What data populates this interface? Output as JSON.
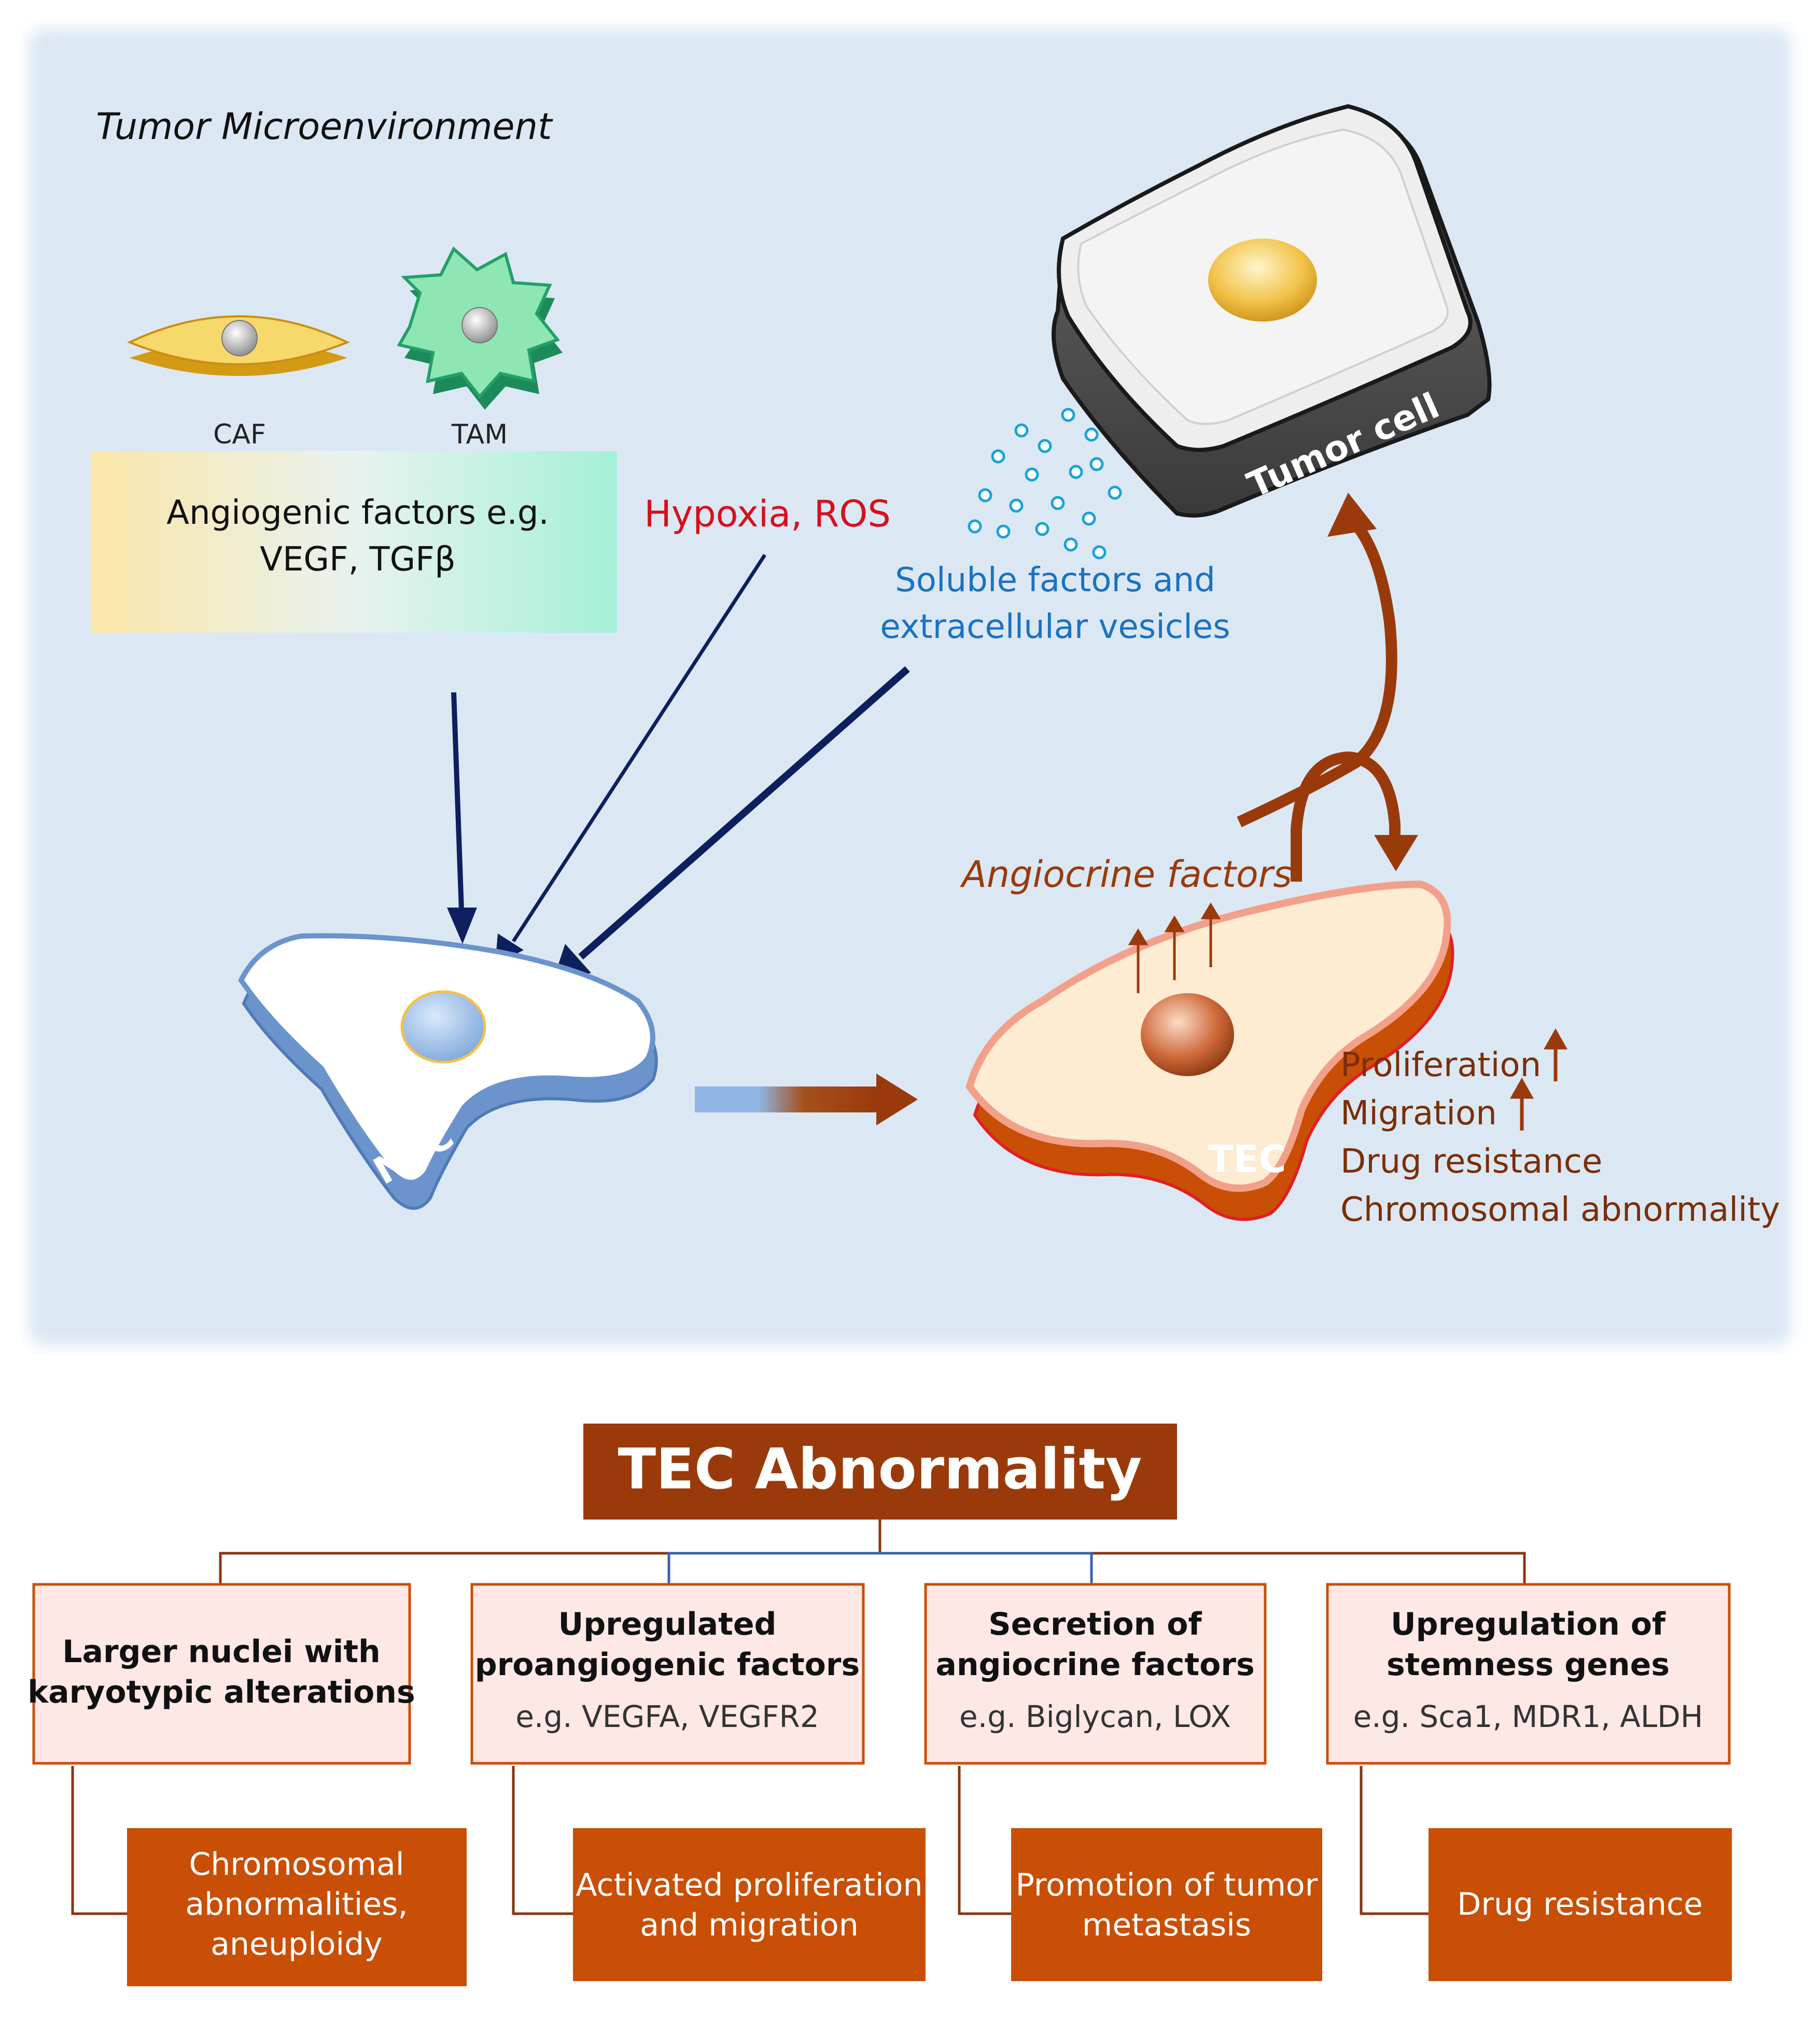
{
  "panel": {
    "title": "Tumor Microenvironment",
    "caf_label": "CAF",
    "tam_label": "TAM",
    "angiogenic_line1": "Angiogenic factors e.g.",
    "angiogenic_line2": "VEGF, TGFβ",
    "hypoxia": "Hypoxia, ROS",
    "soluble_line1": "Soluble factors and",
    "soluble_line2": "extracellular vesicles",
    "tumor_cell_label": "Tumor cell",
    "angiocrine": "Angiocrine factors",
    "nec_label": "NEC",
    "tec_label": "TEC",
    "tec_traits": [
      "Proliferation",
      "Migration",
      "Drug resistance",
      "Chromosomal abnormality"
    ]
  },
  "tree": {
    "title": "TEC Abnormality",
    "branches": [
      {
        "header": [
          "Larger nuclei with",
          "karyotypic alterations"
        ],
        "example": "",
        "outcome": [
          "Chromosomal",
          "abnormalities,",
          "aneuploidy"
        ]
      },
      {
        "header": [
          "Upregulated",
          "proangiogenic factors"
        ],
        "example": "e.g. VEGFA, VEGFR2",
        "outcome": [
          "Activated proliferation",
          "and migration"
        ]
      },
      {
        "header": [
          "Secretion of",
          "angiocrine factors"
        ],
        "example": "e.g. Biglycan, LOX",
        "outcome": [
          "Promotion of tumor",
          "metastasis"
        ]
      },
      {
        "header": [
          "Upregulation of",
          "stemness genes"
        ],
        "example": "e.g. Sca1, MDR1, ALDH",
        "outcome": [
          "Drug resistance"
        ]
      }
    ]
  },
  "colors": {
    "panel_bg": "#dbe8f4",
    "navy_arrow": "#0d1f5c",
    "brown": "#9a3a0b",
    "orange_box": "#c94f06",
    "pink_box": "#fde8e6",
    "hypoxia_red": "#d4111b",
    "soluble_blue": "#1a72c2"
  }
}
